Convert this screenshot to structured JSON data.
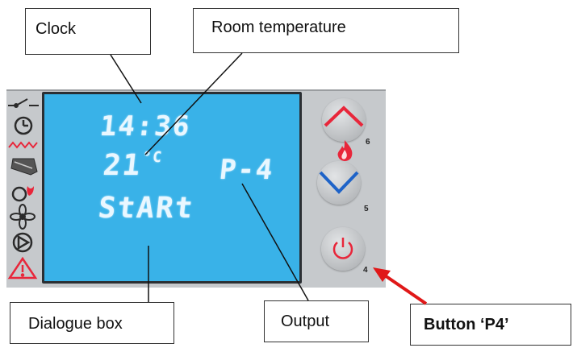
{
  "callouts": {
    "clock": "Clock",
    "room_temperature": "Room temperature",
    "dialogue_box": "Dialogue box",
    "output": "Output",
    "button_p4": "Button ‘P4’"
  },
  "lcd": {
    "time": "14:36",
    "temperature_value": "21",
    "temperature_unit": "°C",
    "program": "P-4",
    "status": "StARt"
  },
  "buttons": {
    "up_number": "6",
    "down_number": "5",
    "power_number": "4"
  },
  "colors": {
    "screen": "#39b2e8",
    "accent_red": "#e8263a",
    "down_blue": "#1e63c8",
    "arrow_red": "#e01818"
  },
  "icons": [
    "switch-icon",
    "clock-icon",
    "heater-icon",
    "fan-blower-icon",
    "fire-icon",
    "fan-icon",
    "pump-icon",
    "warning-icon"
  ]
}
